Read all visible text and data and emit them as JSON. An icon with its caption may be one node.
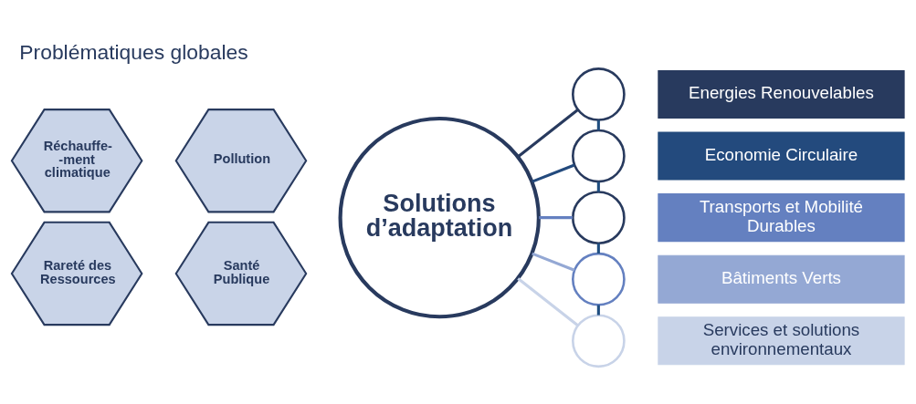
{
  "diagram": {
    "title": "Problématiques globales",
    "nodes": [
      {
        "text": [
          "Pollution"
        ]
      },
      {
        "text": [
          "Réchauffe- -ment climatique"
        ]
      },
      {
        "text": [
          "Santé Publique"
        ]
      },
      {
        "text": [
          "Rareté des Ressources"
        ]
      },
      {
        "text": [
          "Solutions d’adaptation"
        ]
      },
      {
        "text": [],
        "shape": "circle"
      },
      {
        "text": [
          "Energies Renouvelables"
        ]
      },
      {
        "text": [],
        "shape": "circle"
      },
      {
        "text": [
          "Economie Circulaire"
        ]
      },
      {
        "text": [],
        "shape": "circle"
      },
      {
        "text": [
          "Transports et Mobilité Durables"
        ]
      },
      {
        "text": [],
        "shape": "circle"
      },
      {
        "text": [
          "Bâtiments Verts"
        ]
      },
      {
        "text": [],
        "shape": "circle"
      },
      {
        "text": [
          "Services et solutions environnementaux"
        ]
      }
    ],
    "edges": [
      {
        "from": 4,
        "to": 5,
        "arrow": "none",
        "color": "#283a5e"
      },
      {
        "from": 4,
        "to": 7,
        "arrow": "none",
        "color": "#234a7d"
      },
      {
        "from": 4,
        "to": 9,
        "arrow": "none",
        "color": "#6480c0"
      },
      {
        "from": 4,
        "to": 11,
        "arrow": "none",
        "color": "#94a8d4"
      },
      {
        "from": 4,
        "to": 13,
        "arrow": "none",
        "color": "#c8d3e8"
      },
      {
        "from": 5,
        "to": 7,
        "arrow": "none",
        "color": "#1f4e80"
      },
      {
        "from": 7,
        "to": 9,
        "arrow": "none",
        "color": "#1f4e80"
      },
      {
        "from": 9,
        "to": 11,
        "arrow": "none",
        "color": "#1f4e80"
      },
      {
        "from": 11,
        "to": 13,
        "arrow": "none",
        "color": "#1f4e80"
      }
    ]
  }
}
